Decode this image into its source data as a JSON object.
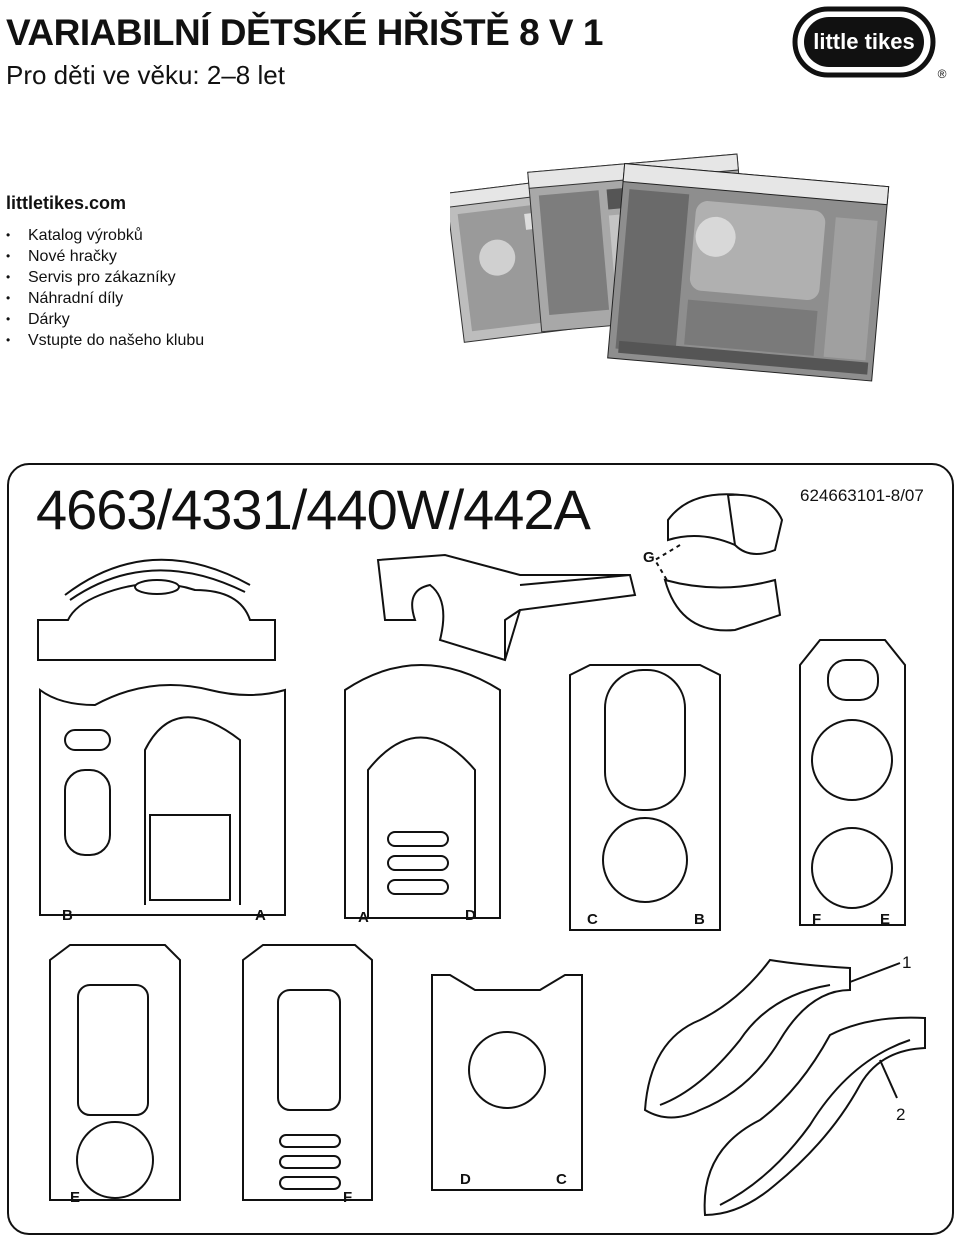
{
  "header": {
    "title": "VARIABILNÍ DĚTSKÉ HŘIŠTĚ 8 V 1",
    "subtitle": "Pro děti ve věku: 2–8 let"
  },
  "brand": {
    "logo_text": "little tikes",
    "registered_mark": "®"
  },
  "website": {
    "url": "littletikes.com",
    "links": [
      "Katalog výrobků",
      "Nové hračky",
      "Servis pro zákazníky",
      "Náhradní díly",
      "Dárky",
      "Vstupte do našeho klubu"
    ]
  },
  "parts_panel": {
    "part_numbers": "4663/4331/440W/442A",
    "doc_number": "624663101-8/07",
    "labels": {
      "g": "G",
      "row1": [
        "B",
        "A",
        "A",
        "D",
        "C",
        "B",
        "F",
        "E"
      ],
      "row2": [
        "E",
        "F",
        "D",
        "C"
      ],
      "slides": [
        "1",
        "2"
      ]
    }
  }
}
